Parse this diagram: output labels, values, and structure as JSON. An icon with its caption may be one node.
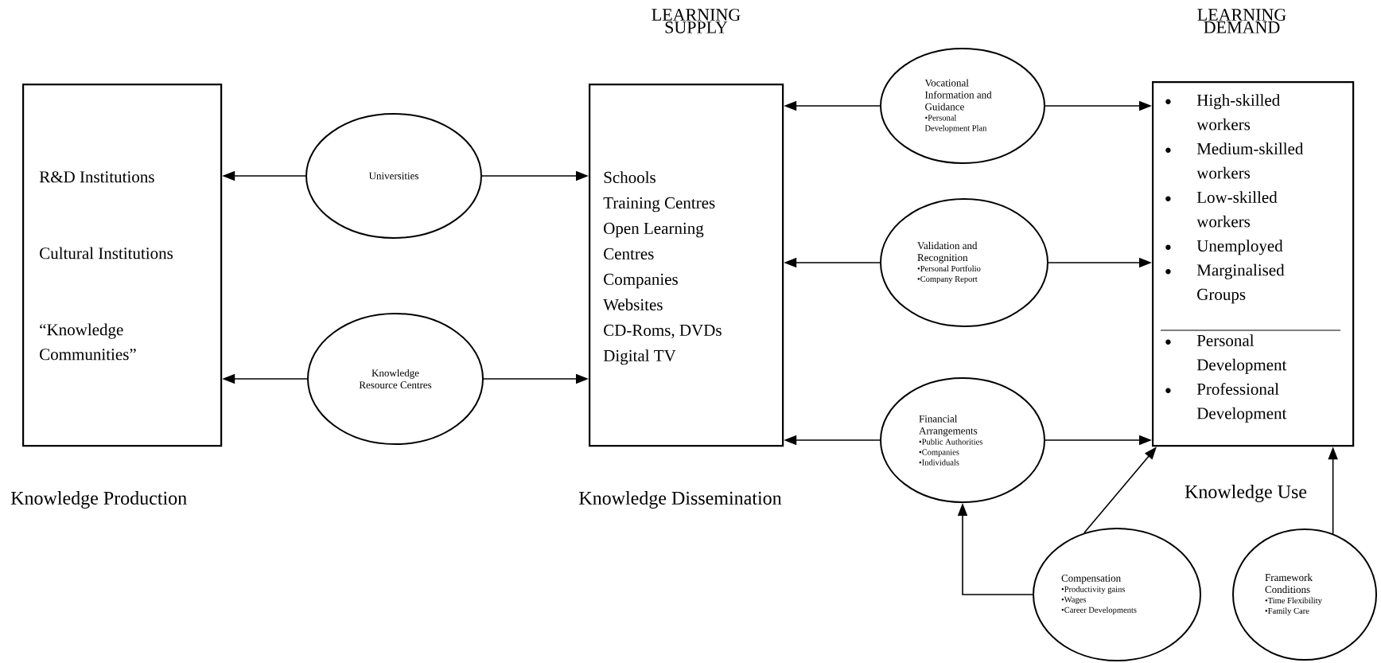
{
  "diagram": {
    "nodes": [
      {
        "text": [
          "R&D Institutions",
          "Cultural Institutions",
          "“Knowledge Communities”"
        ],
        "beside": [
          "Knowledge Production"
        ]
      },
      {
        "text": [
          "Universities"
        ]
      },
      {
        "text": [
          "Knowledge Resource Centres"
        ]
      },
      {
        "text": [
          "LEARNING SUPPLY",
          "Schools",
          "Training Centres",
          "Open Learning Centres",
          "Companies",
          "Websites",
          "CD-Roms, DVDs",
          "Digital TV"
        ],
        "beside": [
          "Knowledge Dissemination"
        ]
      },
      {
        "text": [
          "Vocational Information and Guidance",
          "•Personal Development Plan"
        ]
      },
      {
        "text": [
          "Validation and Recognition",
          "•Personal Portfolio",
          "•Company Report"
        ]
      },
      {
        "text": [
          "Financial Arrangements",
          "•Public Authorities",
          "•Companies",
          "•Individuals"
        ]
      },
      {
        "text": [
          "LEARNING DEMAND",
          "High-skilled workers",
          "Medium-skilled workers",
          "Low-skilled workers",
          "Unemployed",
          "Marginalised Groups",
          "Personal Development",
          "Professional Development"
        ],
        "beside": [
          "Knowledge Use"
        ]
      },
      {
        "text": [
          "Compensation",
          "•Productivity gains",
          "•Wages",
          "•Career Developments"
        ]
      },
      {
        "text": [
          "Framework Conditions",
          "•Time Flexibility",
          "•Family Care"
        ]
      }
    ],
    "edges": [
      {
        "from": 1,
        "to": 0,
        "arrow": "to"
      },
      {
        "from": 1,
        "to": 3,
        "arrow": "to"
      },
      {
        "from": 2,
        "to": 0,
        "arrow": "to"
      },
      {
        "from": 2,
        "to": 3,
        "arrow": "to"
      },
      {
        "from": 4,
        "to": 3,
        "arrow": "to"
      },
      {
        "from": 4,
        "to": 7,
        "arrow": "to"
      },
      {
        "from": 5,
        "to": 3,
        "arrow": "to"
      },
      {
        "from": 5,
        "to": 7,
        "arrow": "to"
      },
      {
        "from": 6,
        "to": 3,
        "arrow": "to"
      },
      {
        "from": 6,
        "to": 7,
        "arrow": "to"
      },
      {
        "from": 8,
        "to": 6,
        "arrow": "to"
      },
      {
        "from": 8,
        "to": 7,
        "arrow": "to"
      },
      {
        "from": 9,
        "to": 7,
        "arrow": "to"
      }
    ]
  }
}
